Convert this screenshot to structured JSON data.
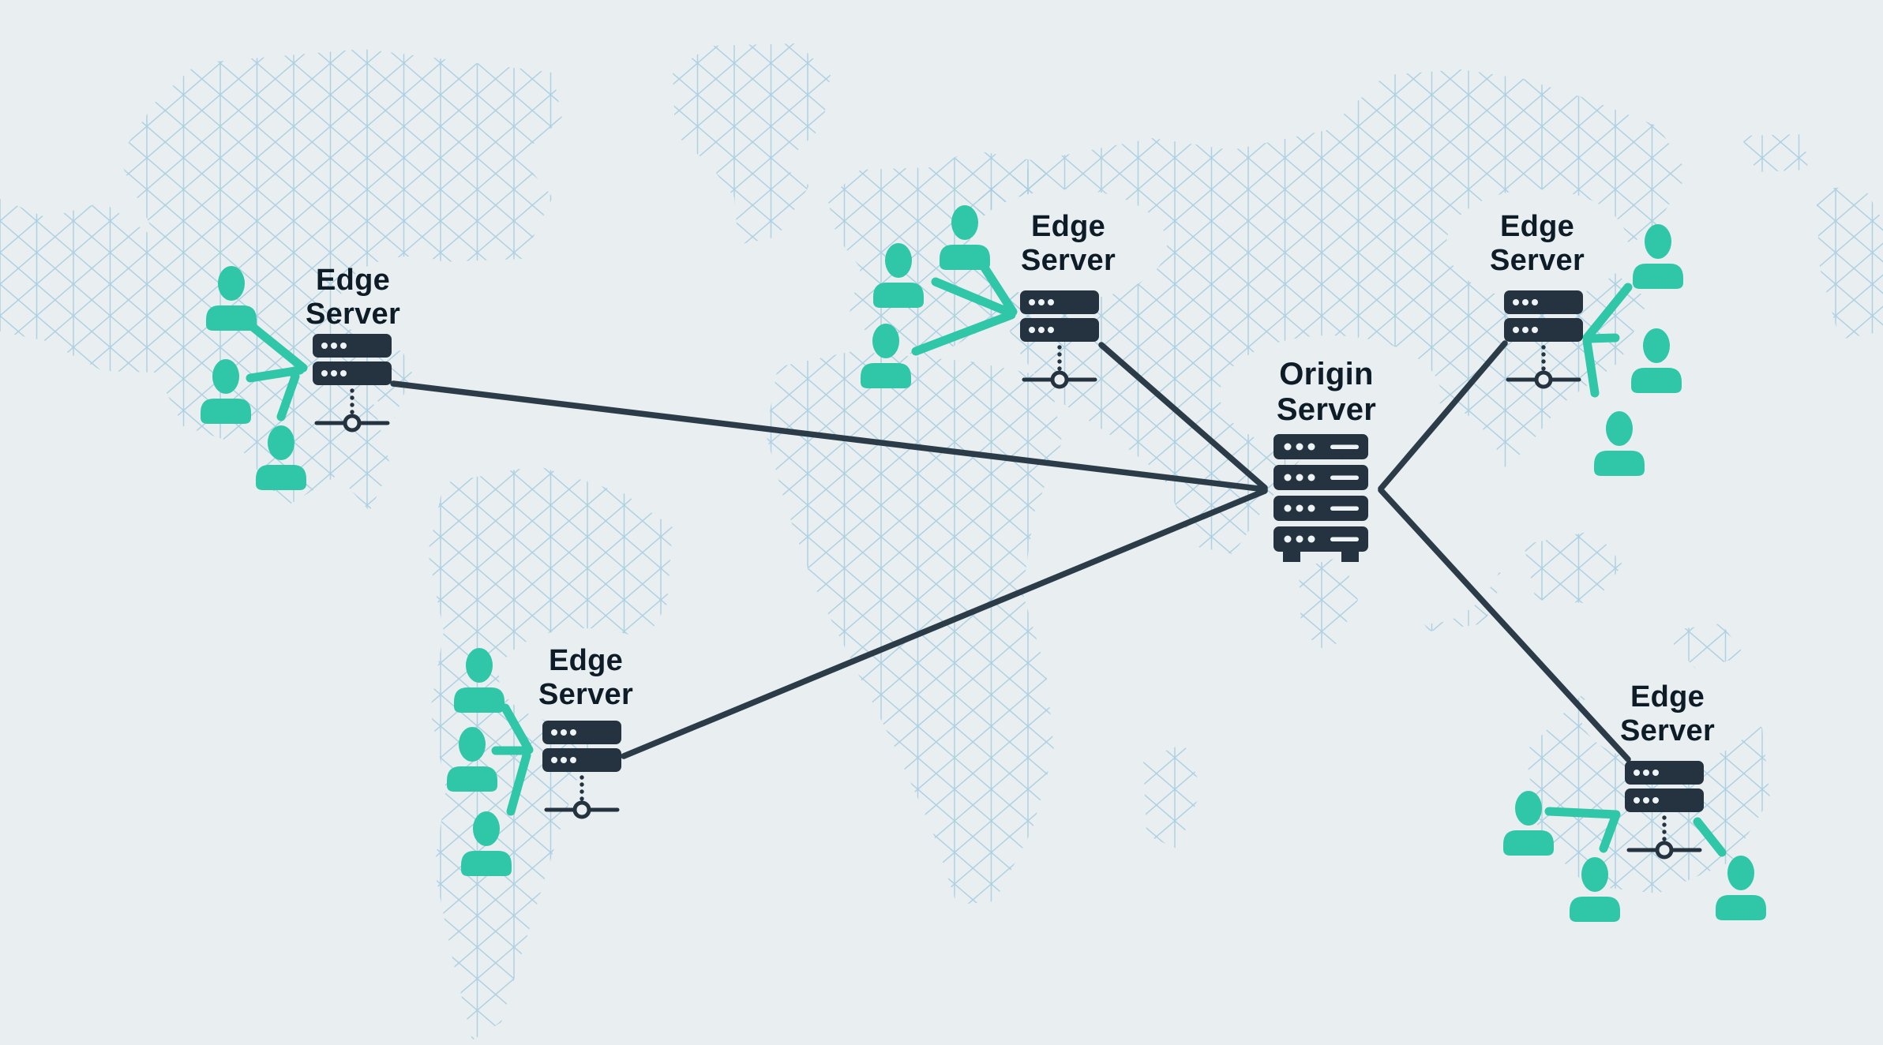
{
  "diagram": {
    "kind": "cdn-network-map",
    "colors": {
      "background": "#e9eff1",
      "map_grid_blue": "#a6cce1",
      "dark_navy": "#24333f",
      "line_dark": "#2b3b47",
      "text_dark": "#0e1c28",
      "accent_teal": "#2fc7a7"
    },
    "icons": {
      "origin_server": "origin-server-rack-icon",
      "edge_server": "edge-server-rack-icon",
      "user": "person-icon",
      "network_node": "node-on-line-icon"
    }
  },
  "nodes": {
    "origin": {
      "label": [
        "Origin",
        "Server"
      ],
      "user_count": 0
    },
    "edge_northwest": {
      "label": [
        "Edge",
        "Server"
      ],
      "user_count": 3
    },
    "edge_north_central": {
      "label": [
        "Edge",
        "Server"
      ],
      "user_count": 3
    },
    "edge_southwest": {
      "label": [
        "Edge",
        "Server"
      ],
      "user_count": 3
    },
    "edge_northeast": {
      "label": [
        "Edge",
        "Server"
      ],
      "user_count": 3
    },
    "edge_southeast": {
      "label": [
        "Edge",
        "Server"
      ],
      "user_count": 3
    }
  },
  "connections": [
    {
      "from": "edge_northwest",
      "to": "origin"
    },
    {
      "from": "edge_north_central",
      "to": "origin"
    },
    {
      "from": "edge_southwest",
      "to": "origin"
    },
    {
      "from": "origin",
      "to": "edge_northeast"
    },
    {
      "from": "origin",
      "to": "edge_southeast"
    }
  ]
}
